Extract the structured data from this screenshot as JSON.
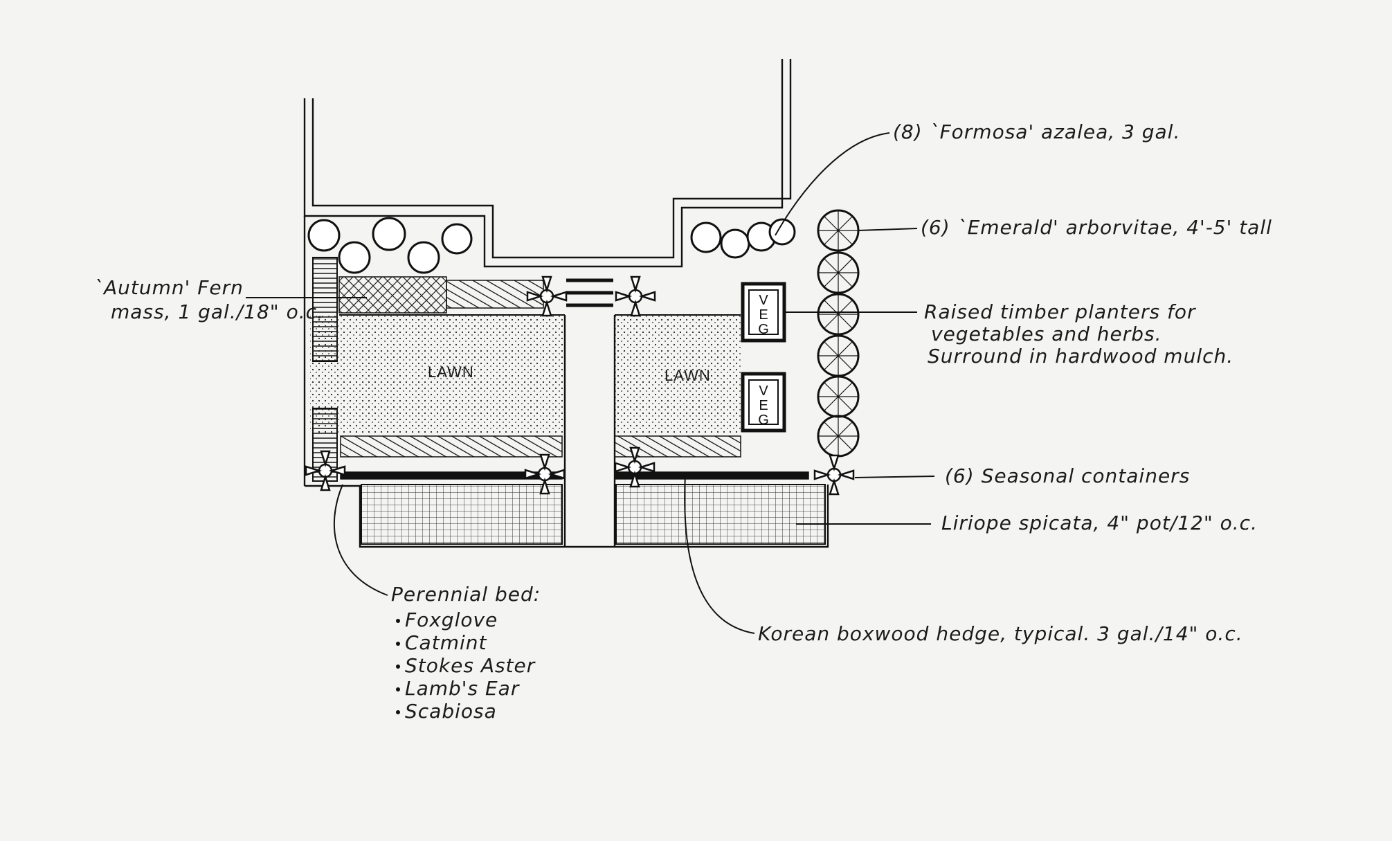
{
  "plan": {
    "lawn_left": "LAWN",
    "lawn_right": "LAWN",
    "veg_box": [
      "V",
      "E",
      "G"
    ]
  },
  "callouts": {
    "azalea": "(8) `Formosa' azalea, 3 gal.",
    "arborvitae": "(6) `Emerald' arborvitae, 4'-5' tall",
    "planters": [
      "Raised timber planters for",
      "vegetables and herbs.",
      "Surround in hardwood mulch."
    ],
    "fern": [
      "`Autumn' Fern",
      "mass, 1 gal./18\" o.c."
    ],
    "containers": "(6) Seasonal containers",
    "liriope": "Liriope spicata, 4\" pot/12\" o.c.",
    "perennial_title": "Perennial bed:",
    "perennials": [
      "Foxglove",
      "Catmint",
      "Stokes Aster",
      "Lamb's Ear",
      "Scabiosa"
    ],
    "boxwood": "Korean boxwood hedge, typical. 3 gal./14\" o.c."
  },
  "colors": {
    "ink": "#111111",
    "paper": "#f4f4f2"
  }
}
